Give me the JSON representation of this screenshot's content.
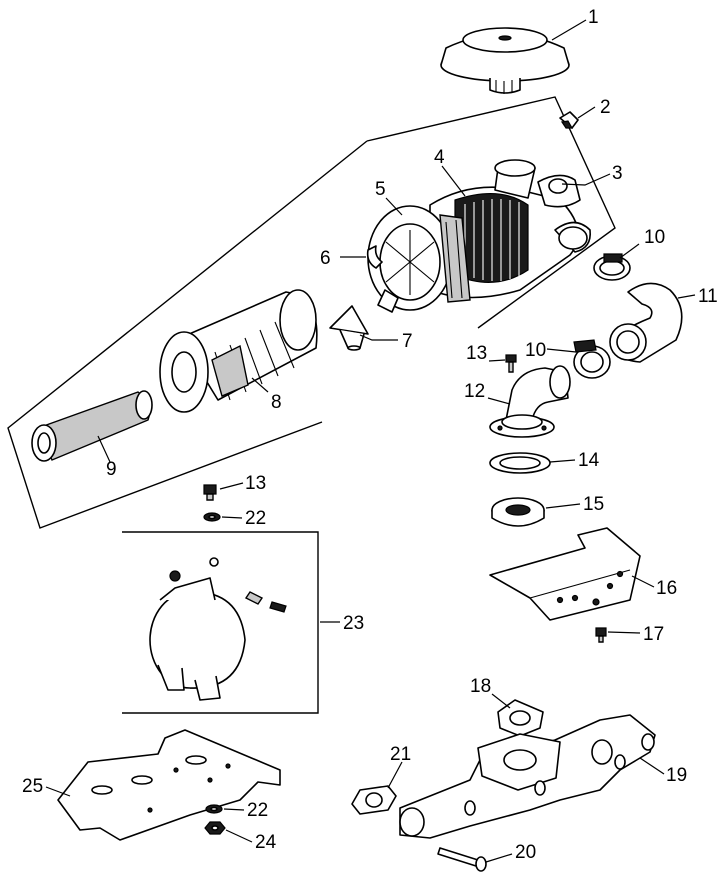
{
  "callouts": [
    {
      "id": "c1",
      "text": "1"
    },
    {
      "id": "c2",
      "text": "2"
    },
    {
      "id": "c3",
      "text": "3"
    },
    {
      "id": "c4",
      "text": "4"
    },
    {
      "id": "c5",
      "text": "5"
    },
    {
      "id": "c6",
      "text": "6"
    },
    {
      "id": "c7",
      "text": "7"
    },
    {
      "id": "c8",
      "text": "8"
    },
    {
      "id": "c9",
      "text": "9"
    },
    {
      "id": "c10a",
      "text": "10"
    },
    {
      "id": "c10b",
      "text": "10"
    },
    {
      "id": "c11",
      "text": "11"
    },
    {
      "id": "c12",
      "text": "12"
    },
    {
      "id": "c13a",
      "text": "13"
    },
    {
      "id": "c13b",
      "text": "13"
    },
    {
      "id": "c14",
      "text": "14"
    },
    {
      "id": "c15",
      "text": "15"
    },
    {
      "id": "c16",
      "text": "16"
    },
    {
      "id": "c17",
      "text": "17"
    },
    {
      "id": "c18",
      "text": "18"
    },
    {
      "id": "c19",
      "text": "19"
    },
    {
      "id": "c20",
      "text": "20"
    },
    {
      "id": "c21",
      "text": "21"
    },
    {
      "id": "c22a",
      "text": "22"
    },
    {
      "id": "c22b",
      "text": "22"
    },
    {
      "id": "c23",
      "text": "23"
    },
    {
      "id": "c24",
      "text": "24"
    },
    {
      "id": "c25",
      "text": "25"
    }
  ]
}
